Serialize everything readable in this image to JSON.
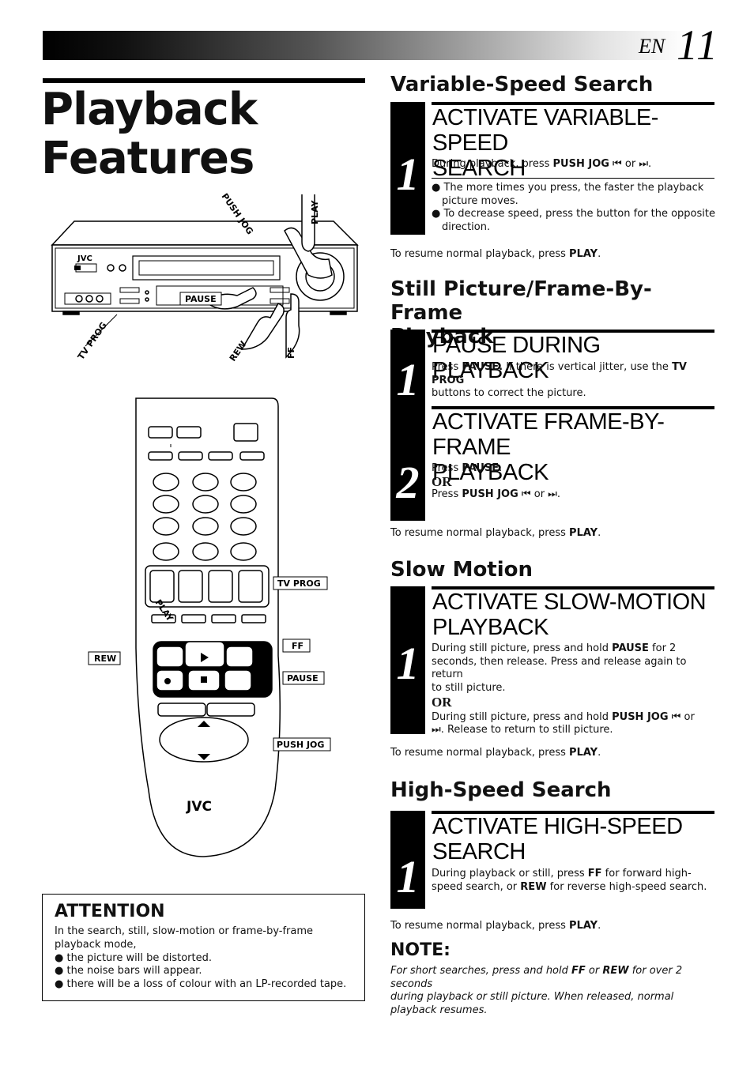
{
  "header": {
    "lang": "EN",
    "page_number": "11"
  },
  "title": {
    "line1": "Playback",
    "line2": "Features"
  },
  "vcr_labels": {
    "push_jog": "PUSH JOG",
    "play": "PLAY",
    "pause": "PAUSE",
    "tv_prog": "TV PROG",
    "rew": "REW",
    "ff": "FF",
    "brand": "JVC"
  },
  "remote_labels": {
    "tv_prog": "TV PROG",
    "play": "PLAY",
    "rew": "REW",
    "ff": "FF",
    "pause": "PAUSE",
    "push_jog": "PUSH JOG",
    "brand": "JVC"
  },
  "sections": {
    "variable": {
      "heading": "Variable-Speed Search",
      "step1": {
        "num": "1",
        "title_l1": "ACTIVATE VARIABLE-SPEED",
        "title_l2": "SEARCH",
        "text_a": "During playback, press ",
        "text_b": "PUSH JOG",
        "text_c": " ⏮ or ⏭.",
        "bullet1_l1": "The more times you press, the faster the playback",
        "bullet1_l2": "picture moves.",
        "bullet2_l1": "To decrease speed, press the button for the opposite",
        "bullet2_l2": "direction."
      },
      "resume_a": "To resume normal playback, press ",
      "resume_b": "PLAY",
      "resume_c": "."
    },
    "still": {
      "heading_l1": "Still Picture/Frame-By-Frame",
      "heading_l2": "Playback",
      "step1": {
        "num": "1",
        "title": "PAUSE DURING PLAYBACK",
        "text_a": "Press ",
        "text_b": "PAUSE.",
        "text_c": " If there is vertical jitter, use the ",
        "text_d": "TV PROG",
        "text_e": "buttons to correct the picture."
      },
      "step2": {
        "num": "2",
        "title_l1": "ACTIVATE FRAME-BY-FRAME",
        "title_l2": "PLAYBACK",
        "text1_a": "Press ",
        "text1_b": "PAUSE",
        "text1_c": ".",
        "or": "OR",
        "text2_a": "Press ",
        "text2_b": "PUSH JOG",
        "text2_c": " ⏮ or ⏭."
      },
      "resume_a": "To resume normal playback, press ",
      "resume_b": "PLAY",
      "resume_c": "."
    },
    "slow": {
      "heading": "Slow Motion",
      "step1": {
        "num": "1",
        "title_l1": "ACTIVATE SLOW-MOTION",
        "title_l2": "PLAYBACK",
        "text1_a": "During still picture, press and hold ",
        "text1_b": "PAUSE",
        "text1_c": "  for 2",
        "text1_l2": "seconds, then release. Press and release again to return",
        "text1_l3": "to still picture.",
        "or": "OR",
        "text2_a": "During still picture, press and hold ",
        "text2_b": "PUSH JOG",
        "text2_c": " ⏮ or",
        "text2_l2": "⏭. Release to return to still picture."
      },
      "resume_a": "To resume normal playback, press ",
      "resume_b": "PLAY",
      "resume_c": "."
    },
    "high": {
      "heading": "High-Speed Search",
      "step1": {
        "num": "1",
        "title_l1": "ACTIVATE HIGH-SPEED",
        "title_l2": "SEARCH",
        "text_a": "During playback or still, press ",
        "text_b": "FF",
        "text_c": " for forward high-",
        "text_d": "speed search, or ",
        "text_e": "REW",
        "text_f": " for reverse high-speed search."
      },
      "resume_a": "To resume normal playback, press ",
      "resume_b": "PLAY",
      "resume_c": "."
    }
  },
  "attention": {
    "title": "ATTENTION",
    "line1": "In the search, still, slow-motion or frame-by-frame",
    "line2": "playback mode,",
    "bullets": [
      "the picture will be distorted.",
      "the noise bars will appear.",
      "there will be a loss of colour with an LP-recorded tape."
    ]
  },
  "note": {
    "title": "NOTE:",
    "l1_a": "For short searches, press and hold ",
    "l1_b": "FF",
    "l1_c": " or ",
    "l1_d": "REW",
    "l1_e": " for over 2 seconds",
    "l2": "during playback or still picture. When released, normal",
    "l3": "playback resumes."
  }
}
